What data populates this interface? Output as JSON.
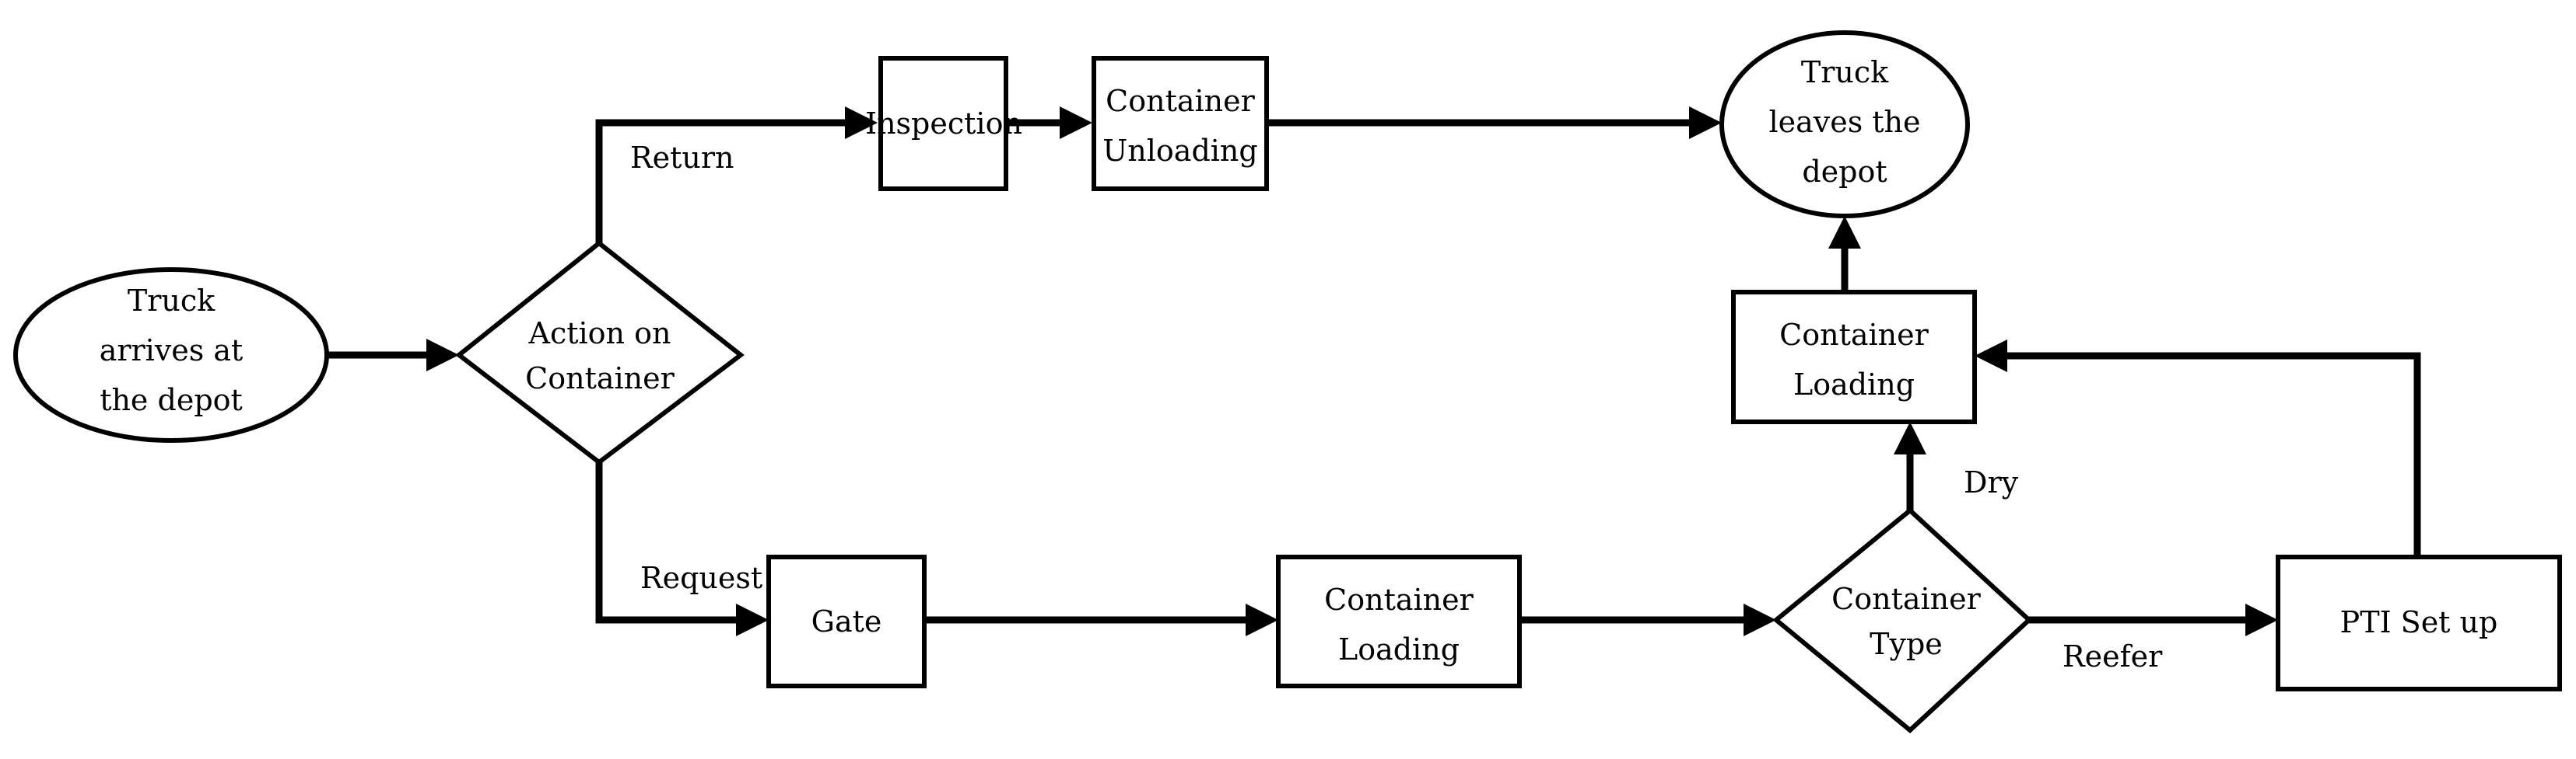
{
  "diagram": {
    "title": "Truck depot container handling process flowchart",
    "background_color": "#ffffff",
    "line_color": "#000000",
    "text_color": "#000000",
    "nodes": {
      "start": {
        "shape": "ellipse",
        "line1": "Truck",
        "line2": "arrives at",
        "line3": "the depot"
      },
      "action_decision": {
        "shape": "diamond",
        "line1": "Action on",
        "line2": "Container"
      },
      "inspection": {
        "shape": "rectangle",
        "line1": "Inspection"
      },
      "container_unloading": {
        "shape": "rectangle",
        "line1": "Container",
        "line2": "Unloading"
      },
      "end": {
        "shape": "ellipse",
        "line1": "Truck",
        "line2": "leaves the",
        "line3": "depot"
      },
      "container_loading_top": {
        "shape": "rectangle",
        "line1": "Container",
        "line2": "Loading"
      },
      "gate": {
        "shape": "rectangle",
        "line1": "Gate"
      },
      "container_loading_bottom": {
        "shape": "rectangle",
        "line1": "Container",
        "line2": "Loading"
      },
      "container_type_decision": {
        "shape": "diamond",
        "line1": "Container",
        "line2": "Type"
      },
      "pti_setup": {
        "shape": "rectangle",
        "line1": "PTI Set up"
      }
    },
    "edge_labels": {
      "return": "Return",
      "request": "Request",
      "dry": "Dry",
      "reefer": "Reefer"
    }
  }
}
